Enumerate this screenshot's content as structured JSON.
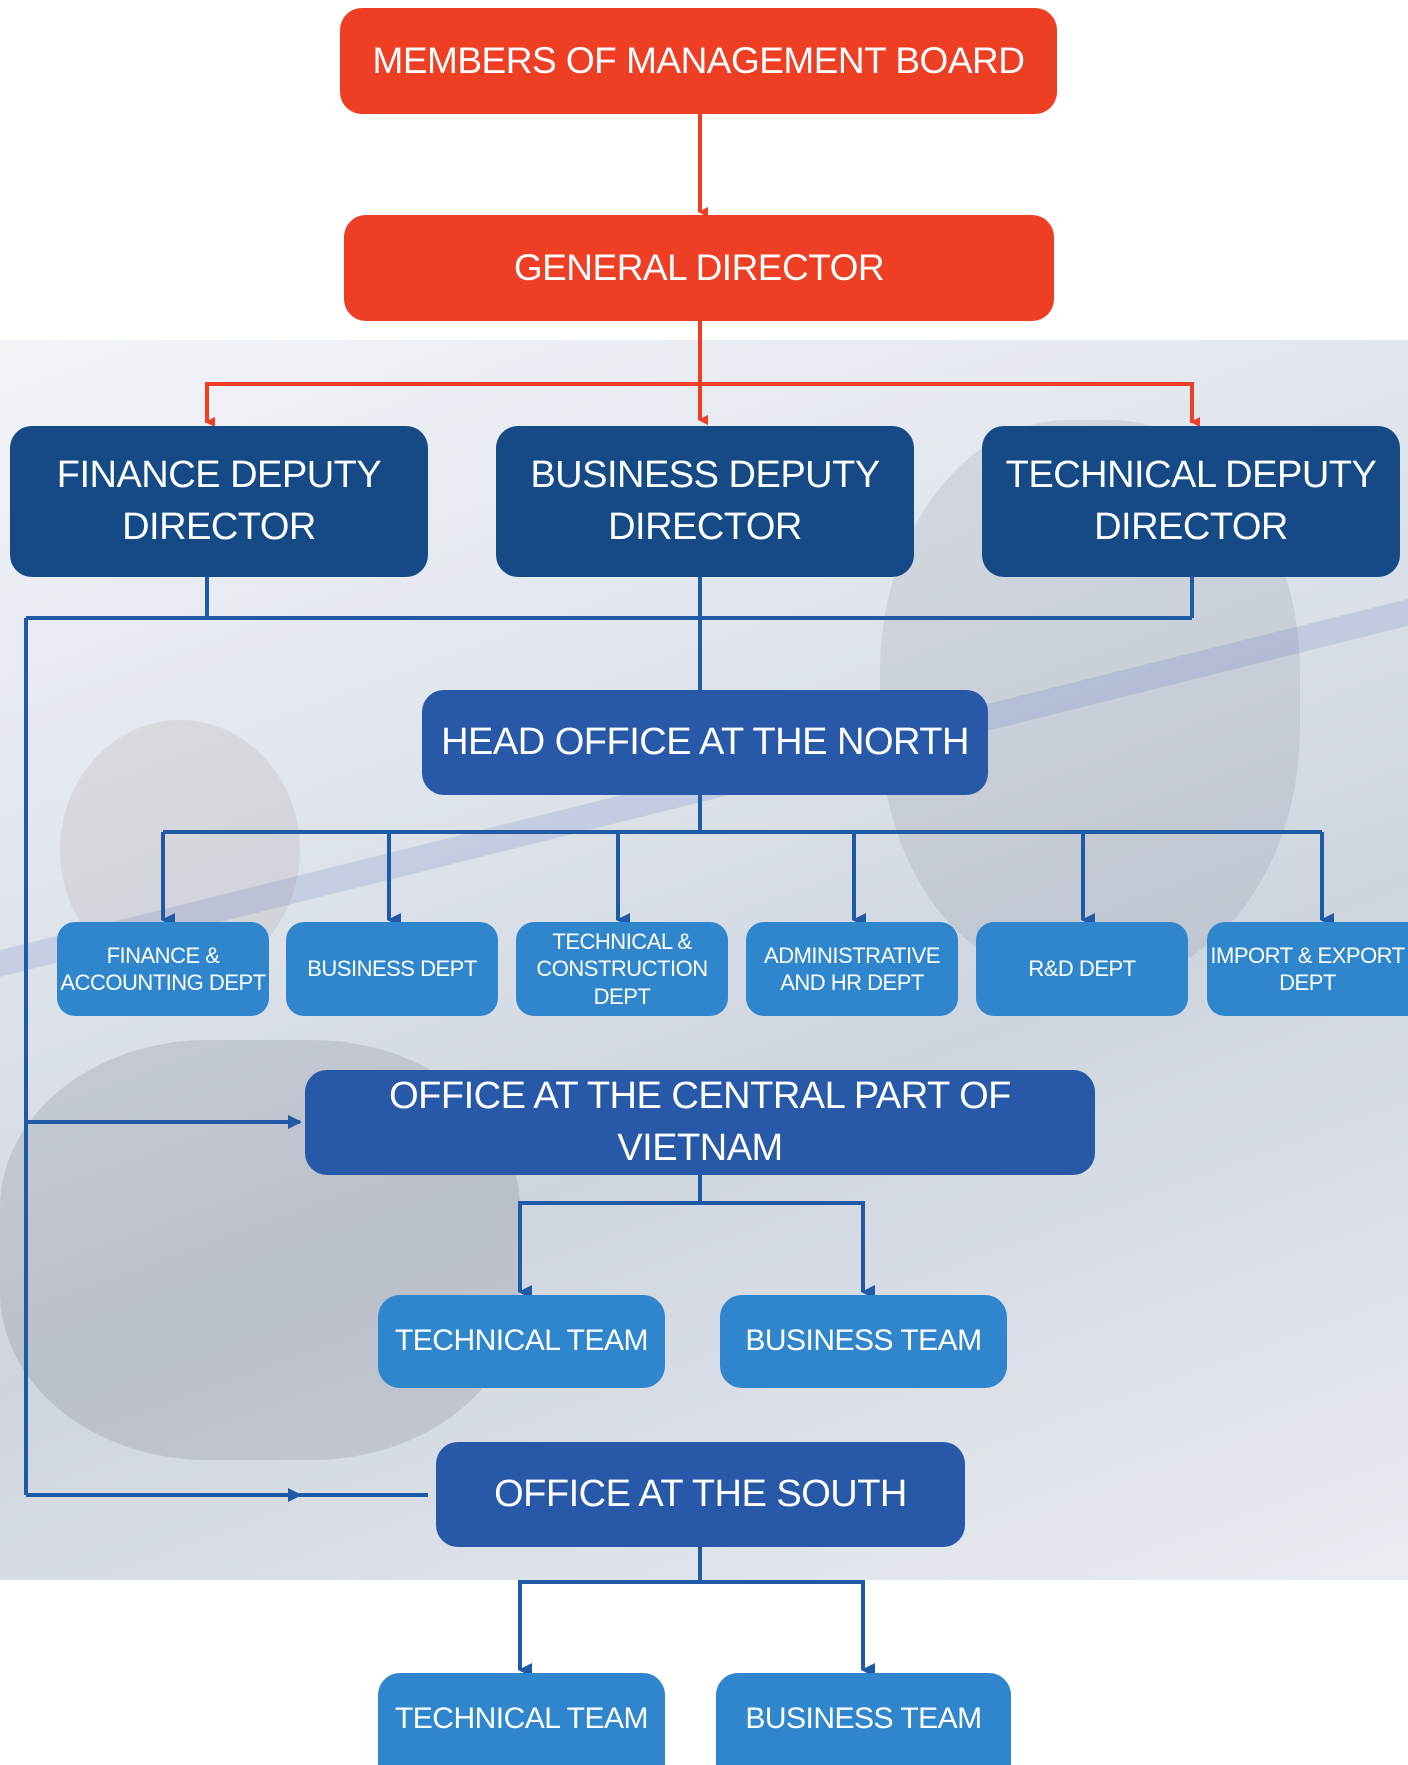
{
  "board": "MEMBERS OF MANAGEMENT BOARD",
  "general_director": "GENERAL DIRECTOR",
  "deputies": [
    {
      "line1": "FINANCE DEPUTY",
      "line2": "DIRECTOR"
    },
    {
      "line1": "BUSINESS DEPUTY",
      "line2": "DIRECTOR"
    },
    {
      "line1": "TECHNICAL DEPUTY",
      "line2": "DIRECTOR"
    }
  ],
  "head_office": "HEAD OFFICE AT THE NORTH",
  "departments": [
    {
      "line1": "FINANCE &",
      "line2": "ACCOUNTING DEPT",
      "line3": ""
    },
    {
      "line1": "BUSINESS DEPT",
      "line2": "",
      "line3": ""
    },
    {
      "line1": "TECHNICAL &",
      "line2": "CONSTRUCTION",
      "line3": "DEPT"
    },
    {
      "line1": "ADMINISTRATIVE",
      "line2": "AND HR DEPT",
      "line3": ""
    },
    {
      "line1": "R&D DEPT",
      "line2": "",
      "line3": ""
    },
    {
      "line1": "IMPORT & EXPORT",
      "line2": "DEPT",
      "line3": ""
    }
  ],
  "central_office": "OFFICE AT THE CENTRAL PART OF VIETNAM",
  "central_teams": [
    "TECHNICAL TEAM",
    "BUSINESS TEAM"
  ],
  "south_office": "OFFICE AT THE SOUTH",
  "south_teams": [
    "TECHNICAL TEAM",
    "BUSINESS TEAM"
  ],
  "colors": {
    "top_level": "#ee3e24",
    "deputy": "#154a86",
    "office": "#2858a8",
    "department": "#2f86cc",
    "top_connector": "#ee3e24",
    "connector": "#1f5aa6"
  }
}
